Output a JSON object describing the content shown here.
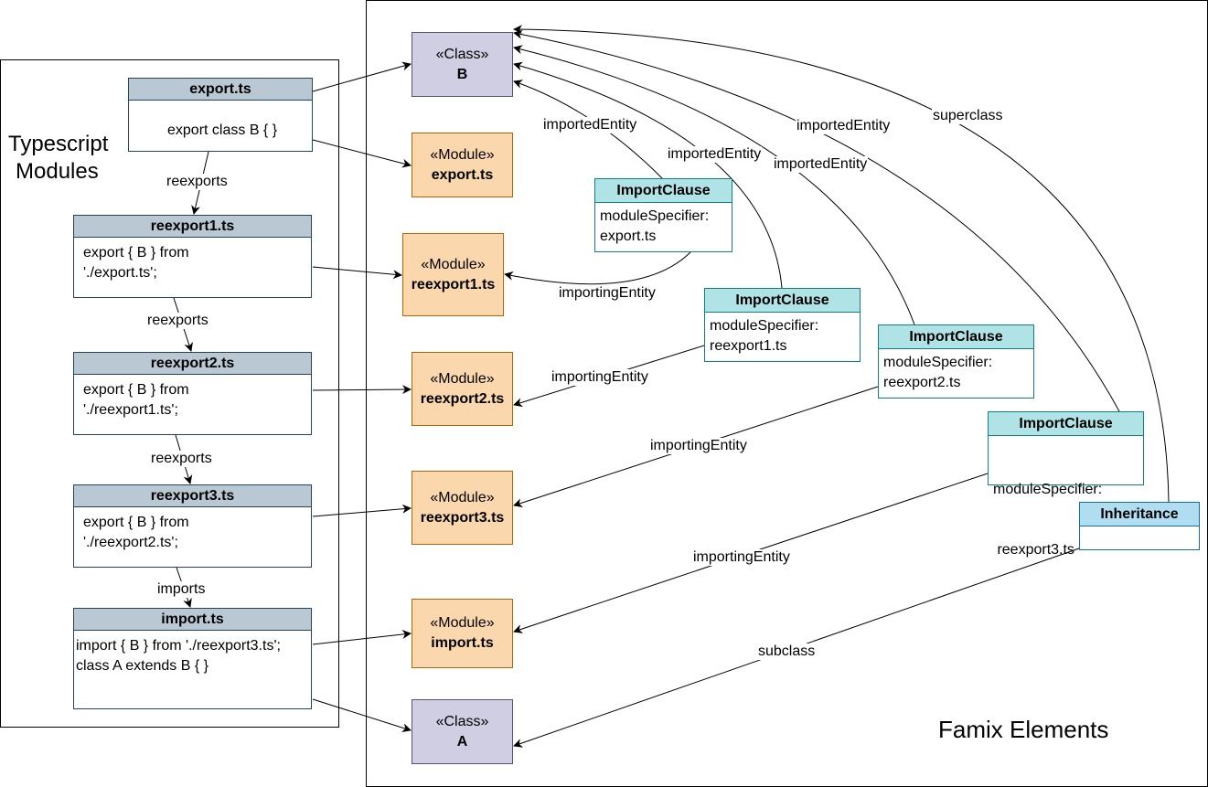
{
  "typescript_panel": {
    "title_line1": "Typescript",
    "title_line2": "Modules",
    "files": [
      {
        "name": "export.ts",
        "lines": [
          "export class B { }"
        ]
      },
      {
        "name": "reexport1.ts",
        "lines": [
          "export { B } from",
          "'./export.ts';"
        ]
      },
      {
        "name": "reexport2.ts",
        "lines": [
          "export { B } from",
          "'./reexport1.ts';"
        ]
      },
      {
        "name": "reexport3.ts",
        "lines": [
          "export { B } from",
          "'./reexport2.ts';"
        ]
      },
      {
        "name": "import.ts",
        "lines": [
          "import { B } from './reexport3.ts';",
          "class A extends B { }"
        ]
      }
    ],
    "relations": [
      "reexports",
      "reexports",
      "reexports",
      "imports"
    ]
  },
  "famix_panel": {
    "title": "Famix Elements",
    "classes": [
      {
        "stereotype": "«Class»",
        "name": "B"
      },
      {
        "stereotype": "«Class»",
        "name": "A"
      }
    ],
    "modules": [
      {
        "stereotype": "«Module»",
        "name": "export.ts"
      },
      {
        "stereotype": "«Module»",
        "name": "reexport1.ts"
      },
      {
        "stereotype": "«Module»",
        "name": "reexport2.ts"
      },
      {
        "stereotype": "«Module»",
        "name": "reexport3.ts"
      },
      {
        "stereotype": "«Module»",
        "name": "import.ts"
      }
    ],
    "import_clauses": [
      {
        "title": "ImportClause",
        "attr": "moduleSpecifier:",
        "value": "export.ts"
      },
      {
        "title": "ImportClause",
        "attr": "moduleSpecifier:",
        "value": "reexport1.ts"
      },
      {
        "title": "ImportClause",
        "attr": "moduleSpecifier:",
        "value": "reexport2.ts"
      },
      {
        "title": "ImportClause",
        "attr": "moduleSpecifier:",
        "value": " reexport3.ts"
      }
    ],
    "inheritance": {
      "title": "Inheritance"
    },
    "edge_labels": {
      "imported_entity": "importedEntity",
      "importing_entity": "importingEntity",
      "superclass": "superclass",
      "subclass": "subclass"
    }
  },
  "colors": {
    "file_header": "#bac8d3",
    "file_border": "#23445d",
    "class_fill": "#d0cee2",
    "class_border": "#56517e",
    "module_fill": "#fad7ac",
    "module_border": "#b46504",
    "import_clause_header": "#b0e3e6",
    "import_clause_border": "#0e8088",
    "inheritance_header": "#b1ddf0",
    "inheritance_border": "#10739e"
  }
}
